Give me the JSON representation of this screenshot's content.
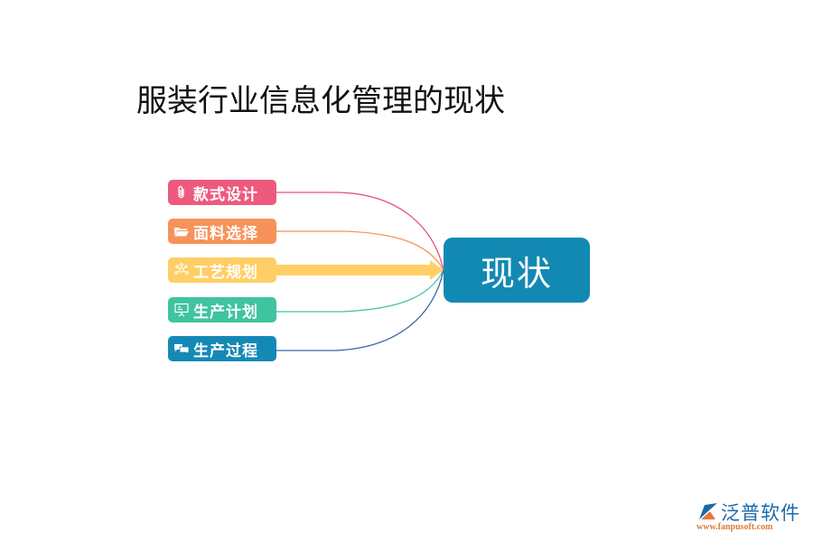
{
  "title": "服装行业信息化管理的现状",
  "center": {
    "label": "现状",
    "color": "#1289b3"
  },
  "branches": [
    {
      "label": "款式设计",
      "icon": "paperclip-icon",
      "color": "#ee5a7e",
      "link_color": "#e8557a"
    },
    {
      "label": "面料选择",
      "icon": "folder-icon",
      "color": "#f7925a",
      "link_color": "#f2945b"
    },
    {
      "label": "工艺规划",
      "icon": "network-icon",
      "color": "#ffcf66",
      "link_color": "#ffcf66"
    },
    {
      "label": "生产计划",
      "icon": "presentation-board-icon",
      "color": "#3fc3a0",
      "link_color": "#45c4a3"
    },
    {
      "label": "生产过程",
      "icon": "chat-bubbles-icon",
      "color": "#1589b5",
      "link_color": "#3a66a8"
    }
  ],
  "logo": {
    "brand": "泛普软件",
    "url": "www.fanpusoft.com"
  }
}
